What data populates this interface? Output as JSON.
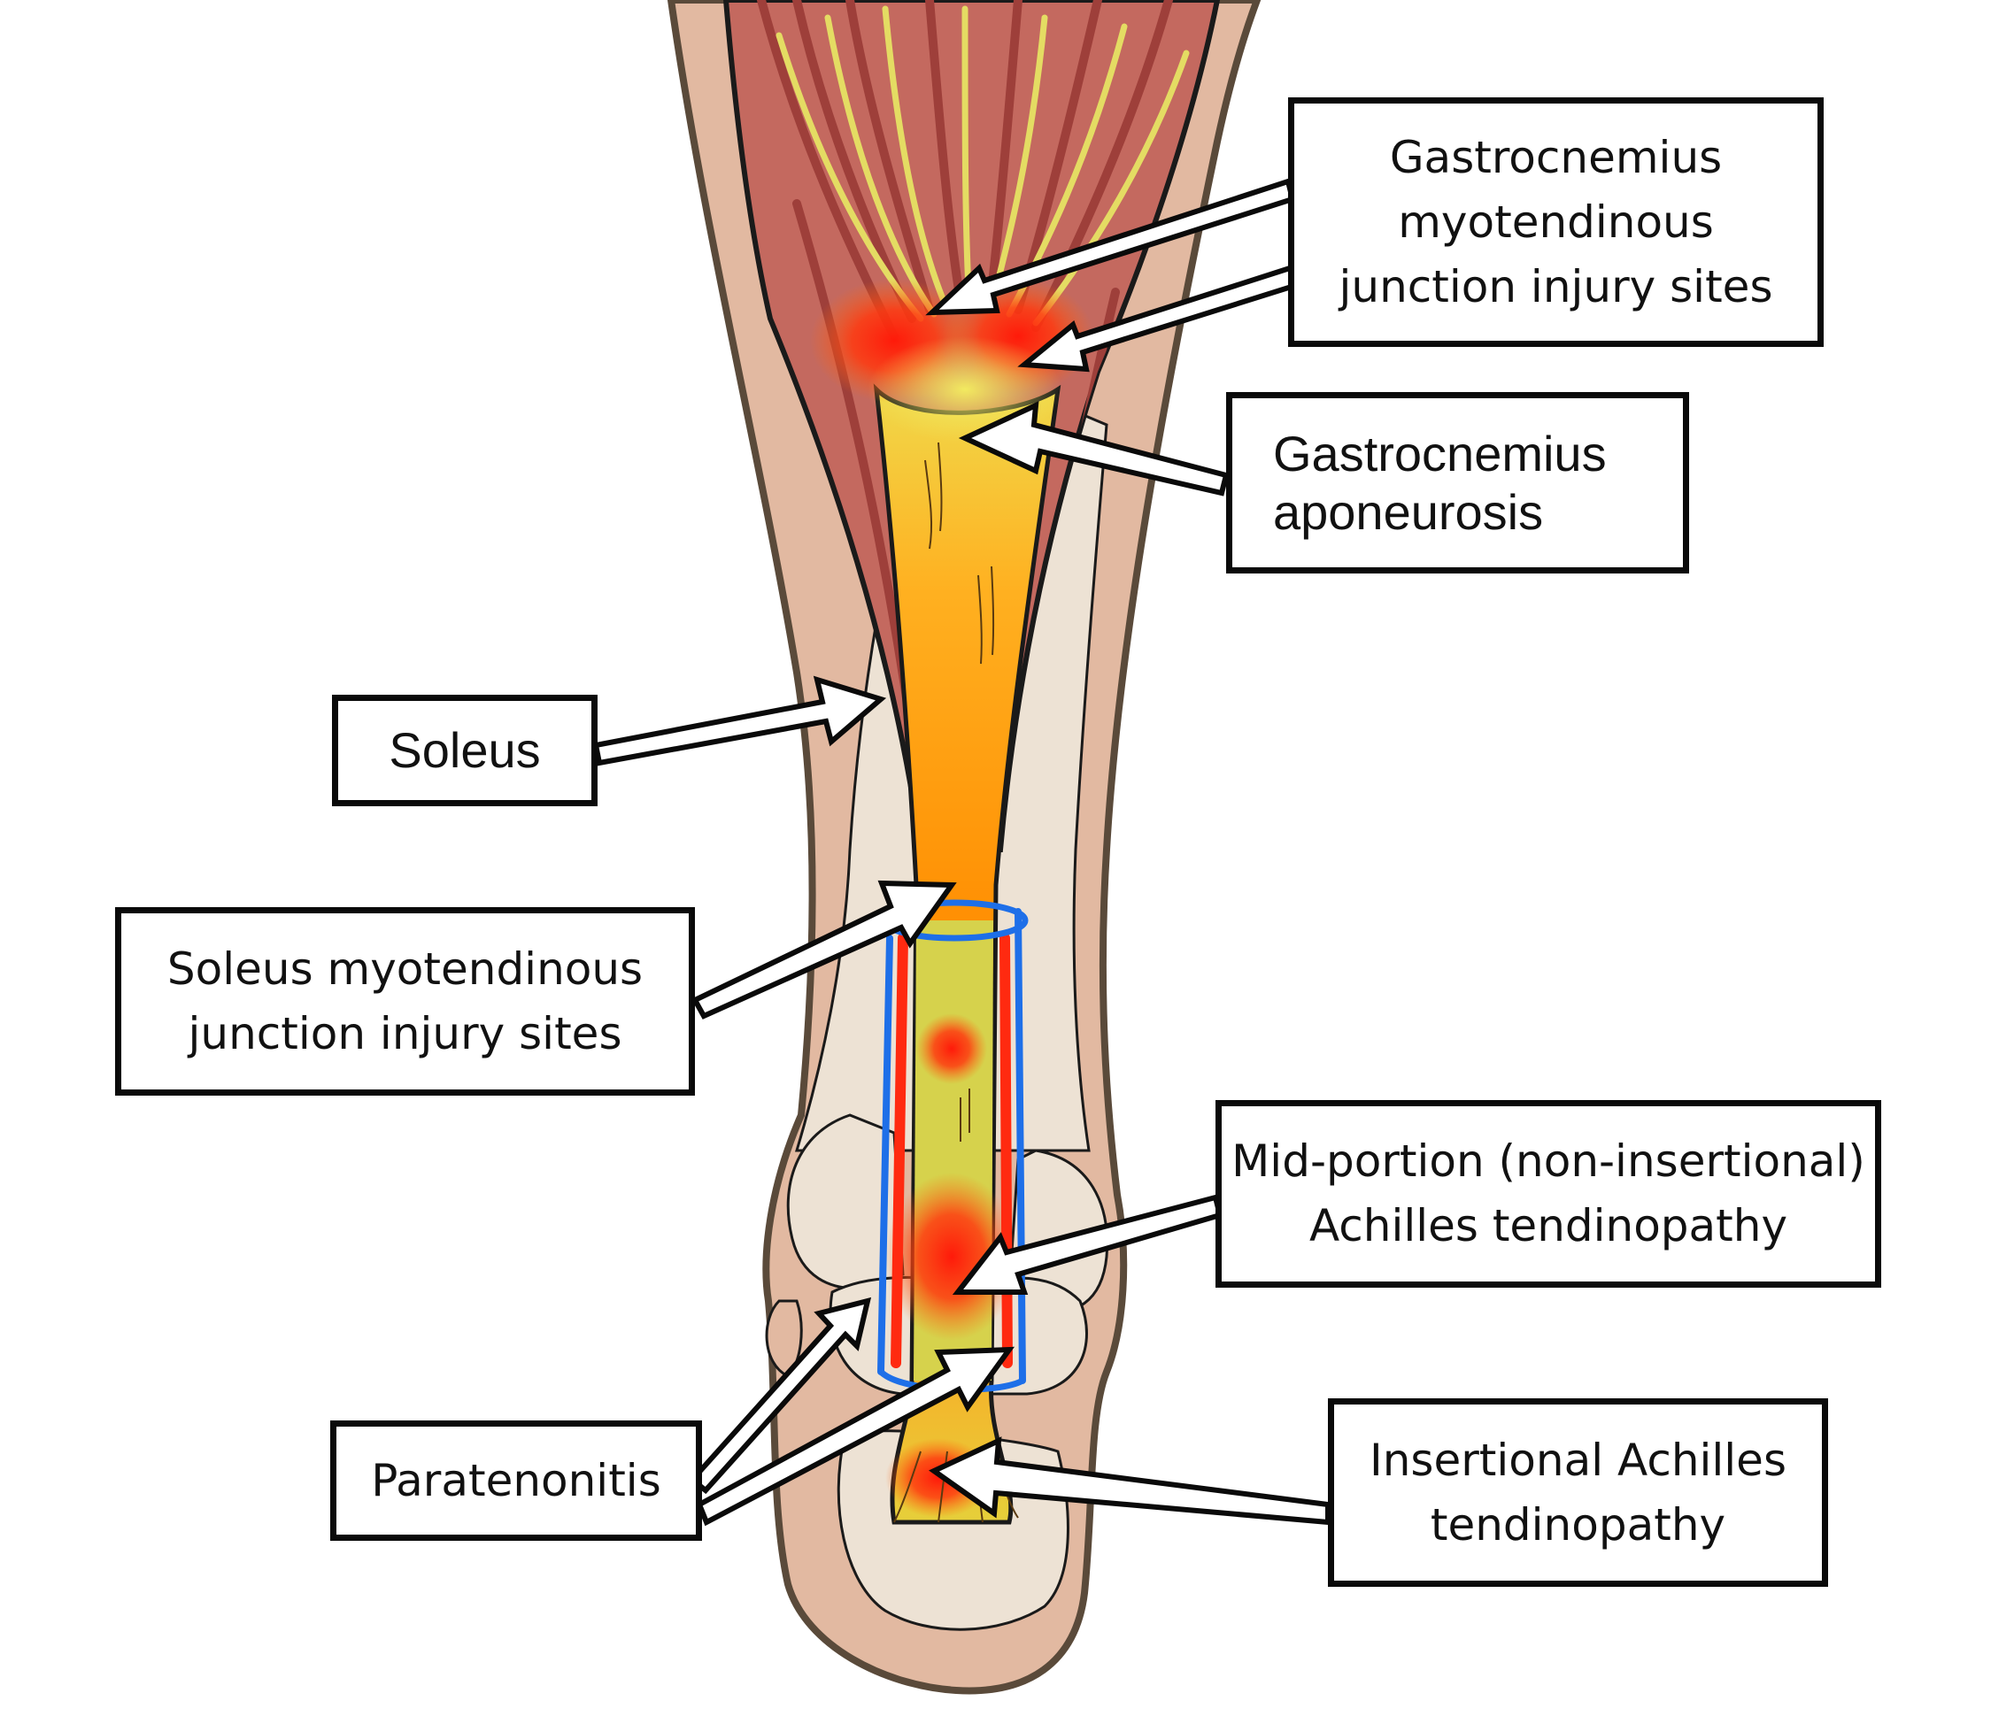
{
  "labels": {
    "gastroc_mtj": [
      "Gastrocnemius",
      "myotendinous",
      "junction injury sites"
    ],
    "gastroc_aponeurosis": [
      "Gastrocnemius",
      "aponeurosis"
    ],
    "soleus": [
      "Soleus"
    ],
    "soleus_mtj": [
      "Soleus myotendinous",
      "junction injury sites"
    ],
    "midportion": [
      "Mid-portion (non-insertional)",
      "Achilles tendinopathy"
    ],
    "paratenonitis": [
      "Paratenonitis"
    ],
    "insertional": [
      "Insertional Achilles",
      "tendinopathy"
    ]
  },
  "colors": {
    "skin": "#e2b9a1",
    "bone": "#ede2d4",
    "muscle": "#c4695f",
    "muscle_fiber": "#9e3f3a",
    "tendon_fiber": "#e4dc63",
    "inflamed": "#ff2a10",
    "tendon": "#ff8c00",
    "tendon_yellow": "#d6d24c",
    "paratenon": "#1e6fe8",
    "outline": "#1a1a1a"
  }
}
